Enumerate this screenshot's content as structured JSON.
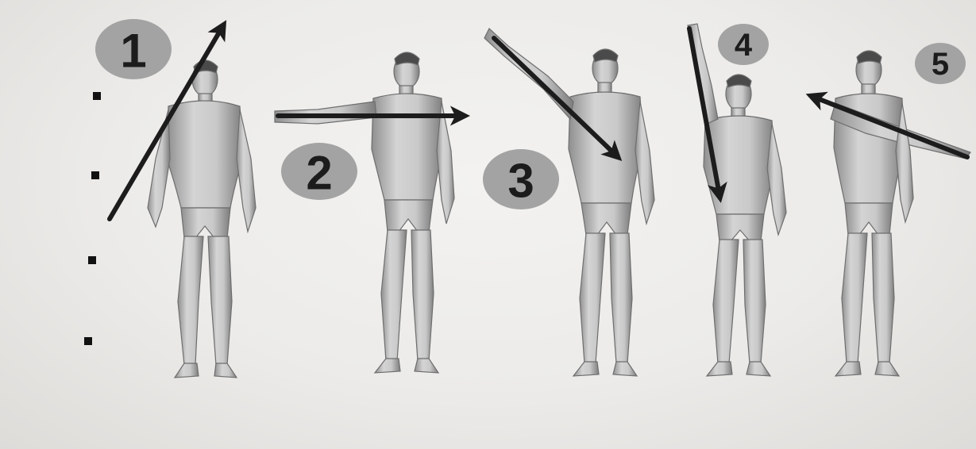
{
  "steps": [
    {
      "number": "1"
    },
    {
      "number": "2"
    },
    {
      "number": "3"
    },
    {
      "number": "4"
    },
    {
      "number": "5"
    }
  ],
  "bullets": 4,
  "colors": {
    "paper": "#ecebe9",
    "figure_fill": "#bdbdbd",
    "figure_stroke": "#6e6e6e",
    "badge_fill": "#a3a3a3",
    "arrow": "#1c1c1c"
  }
}
